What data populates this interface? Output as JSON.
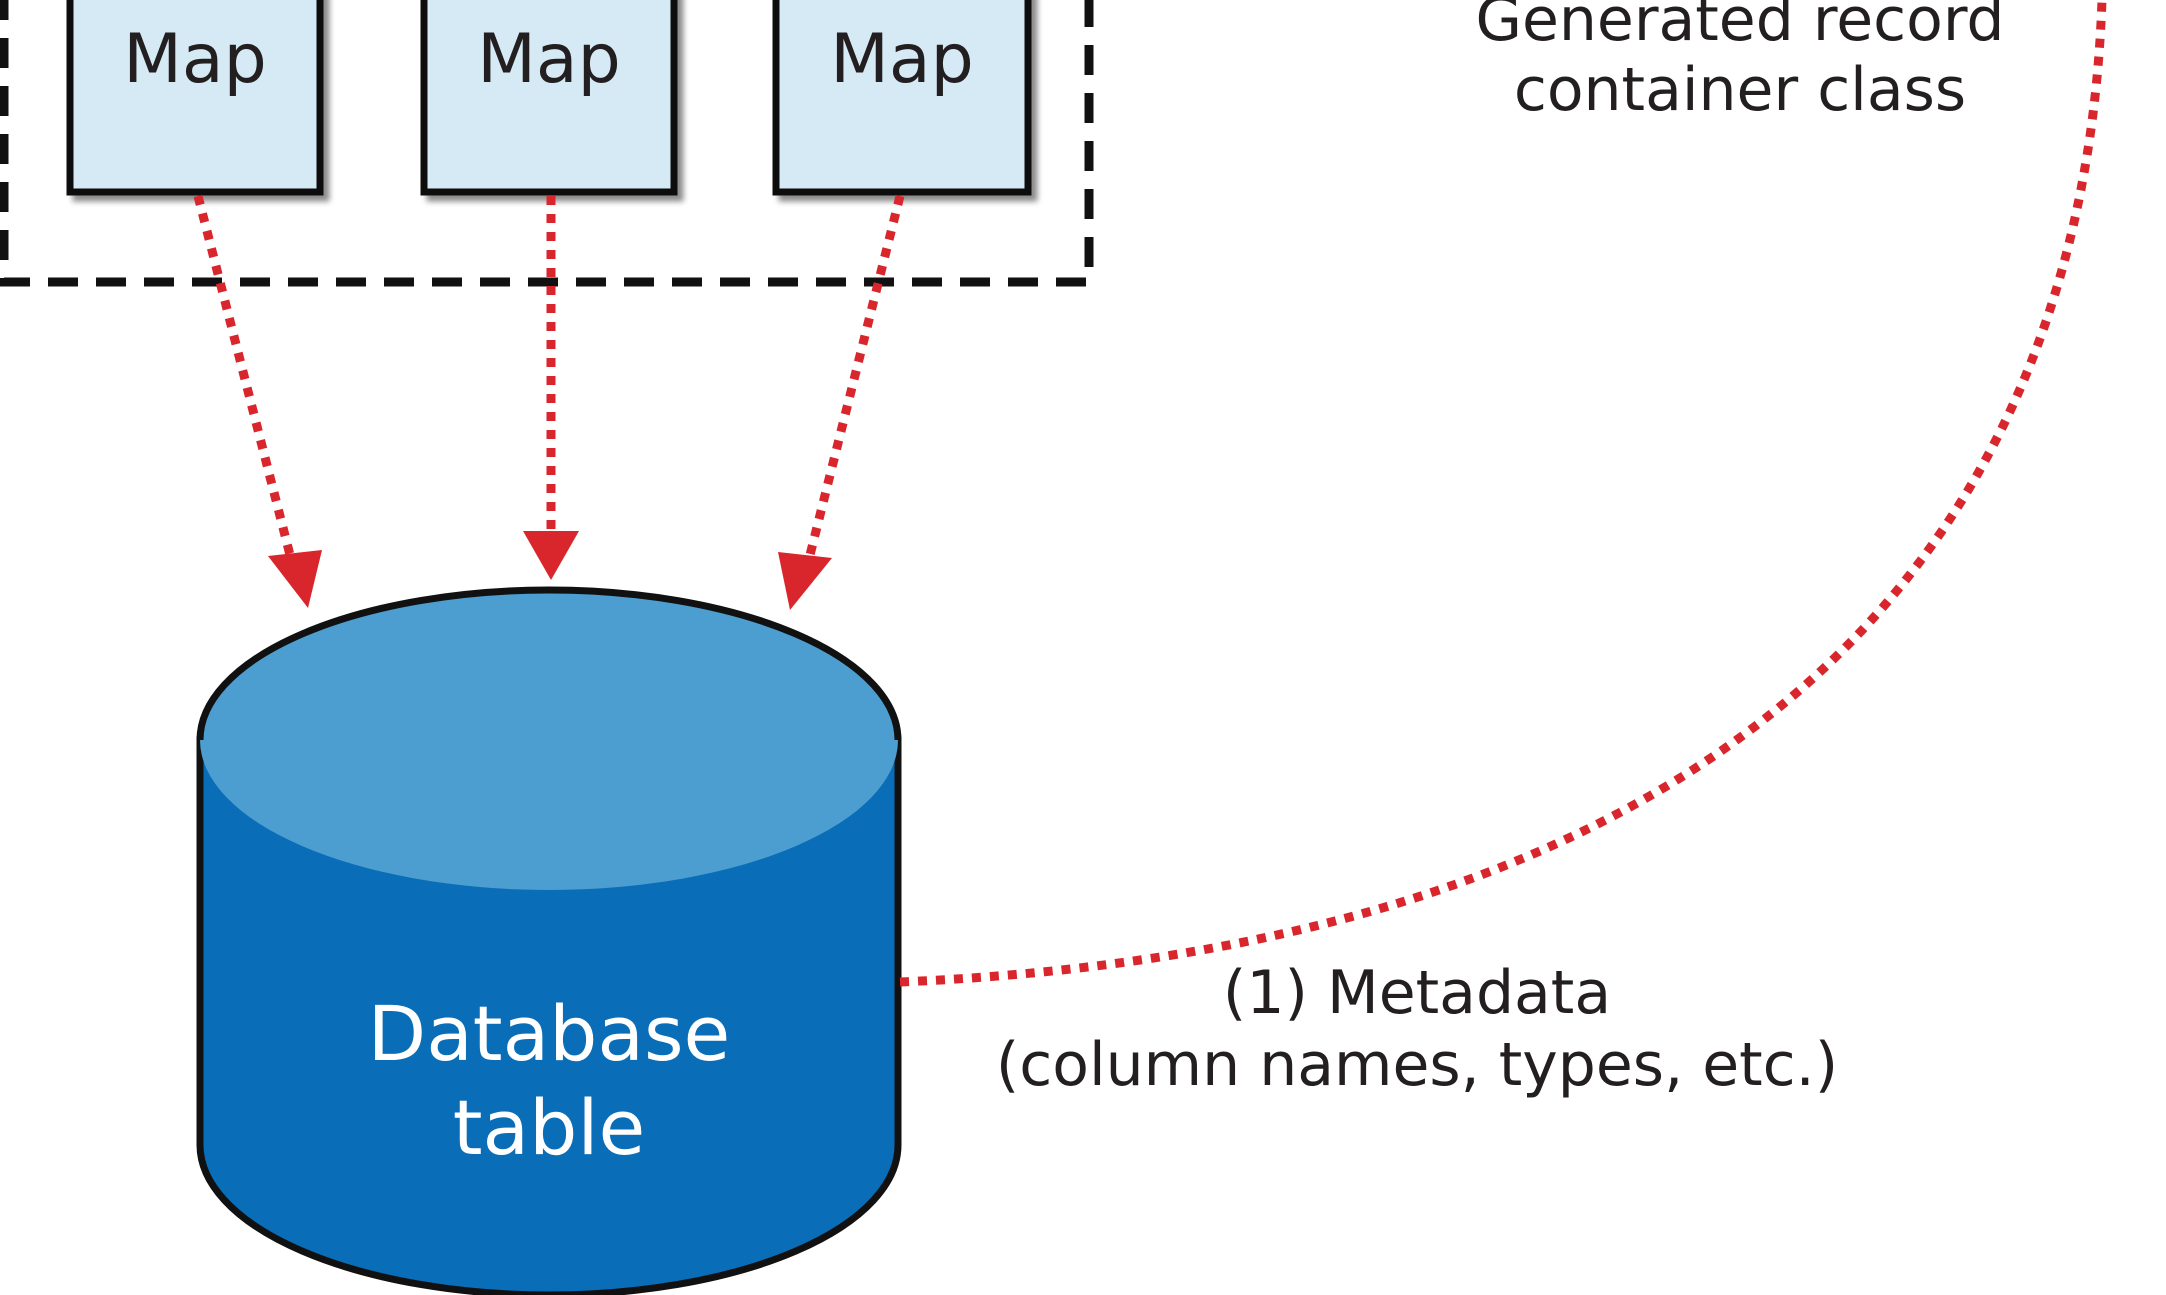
{
  "map_tasks": [
    {
      "label": "Map"
    },
    {
      "label": "Map"
    },
    {
      "label": "Map"
    }
  ],
  "database": {
    "line1": "Database",
    "line2": "table"
  },
  "generated_record": {
    "line1": "Generated record",
    "line2": "container class"
  },
  "metadata": {
    "line1": "(1) Metadata",
    "line2": "(column names, types, etc.)"
  },
  "colors": {
    "map_fill": "#d6eaf6",
    "cylinder_top": "#4d9ed0",
    "cylinder_body": "#0a6db7",
    "arrow": "#d9262c",
    "outline": "#111111",
    "db_text": "#ffffff"
  }
}
